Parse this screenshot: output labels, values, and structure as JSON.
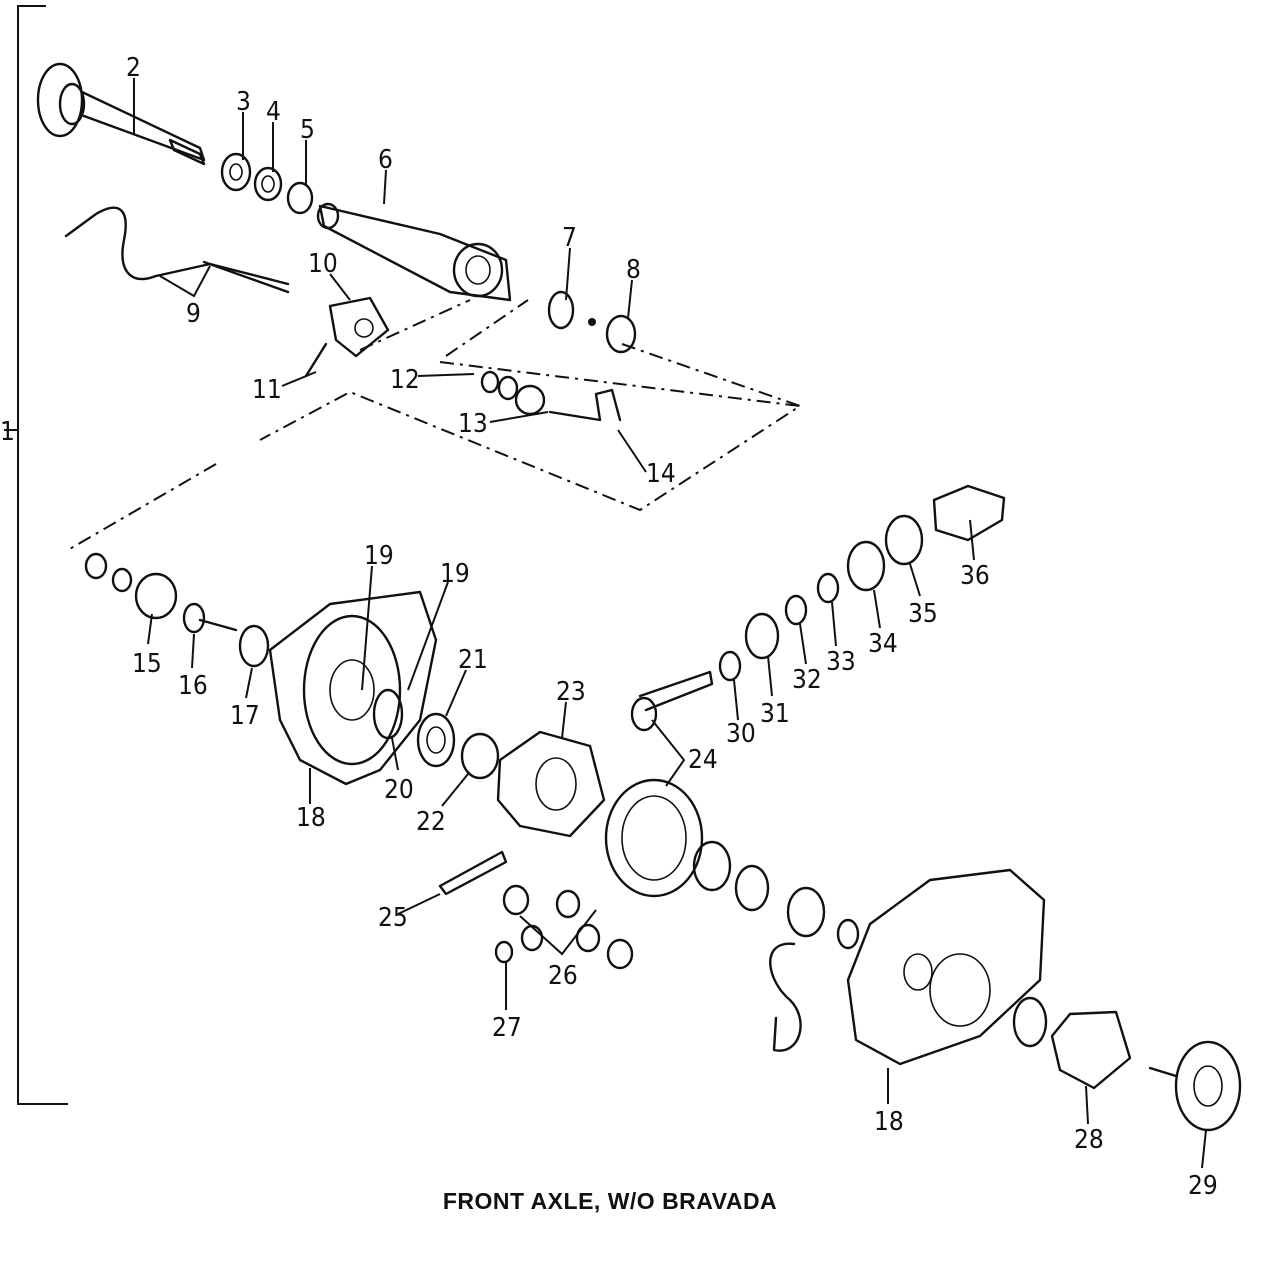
{
  "caption": "FRONT AXLE, W/O BRAVADA",
  "callouts": {
    "c1": "1",
    "c2": "2",
    "c3": "3",
    "c4": "4",
    "c5": "5",
    "c6": "6",
    "c7": "7",
    "c8": "8",
    "c9": "9",
    "c10": "10",
    "c11": "11",
    "c12": "12",
    "c13": "13",
    "c14": "14",
    "c15": "15",
    "c16": "16",
    "c17": "17",
    "c18a": "18",
    "c18b": "18",
    "c19a": "19",
    "c19b": "19",
    "c20": "20",
    "c21": "21",
    "c22": "22",
    "c23": "23",
    "c24": "24",
    "c25": "25",
    "c26": "26",
    "c27": "27",
    "c28": "28",
    "c29": "29",
    "c30": "30",
    "c31": "31",
    "c32": "32",
    "c33": "33",
    "c34": "34",
    "c35": "35",
    "c36": "36"
  }
}
